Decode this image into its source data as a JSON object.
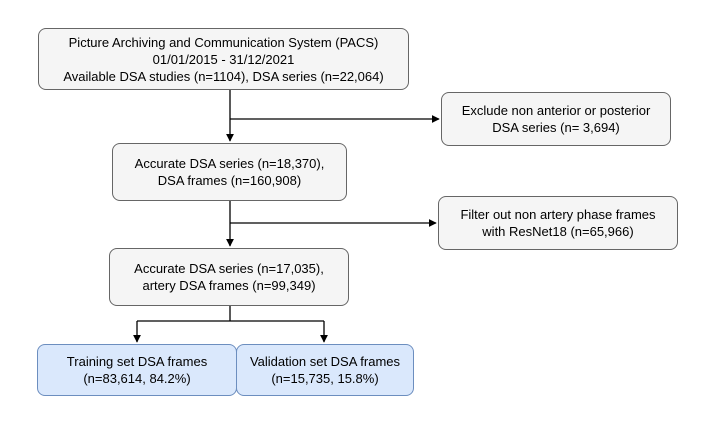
{
  "nodes": {
    "pacs": {
      "lines": [
        "Picture Archiving and Communication System (PACS)",
        "01/01/2015 - 31/12/2021",
        "Available DSA studies (n=1104), DSA series (n=22,064)"
      ]
    },
    "exclude": {
      "lines": [
        "Exclude non anterior or posterior",
        "DSA series (n= 3,694)"
      ]
    },
    "accurate1": {
      "lines": [
        "Accurate DSA series (n=18,370),",
        "DSA frames (n=160,908)"
      ]
    },
    "filter": {
      "lines": [
        "Filter out non artery phase frames",
        "with ResNet18 (n=65,966)"
      ]
    },
    "accurate2": {
      "lines": [
        "Accurate DSA series (n=17,035),",
        "artery DSA frames (n=99,349)"
      ]
    },
    "training": {
      "lines": [
        "Training set DSA frames",
        "(n=83,614, 84.2%)"
      ]
    },
    "validation": {
      "lines": [
        "Validation set DSA frames",
        "(n=15,735, 15.8%)"
      ]
    }
  },
  "colors": {
    "box_fill": "#f5f5f5",
    "box_border": "#666666",
    "split_fill": "#dae8fc",
    "split_border": "#6c8ebf",
    "line": "#000000"
  }
}
